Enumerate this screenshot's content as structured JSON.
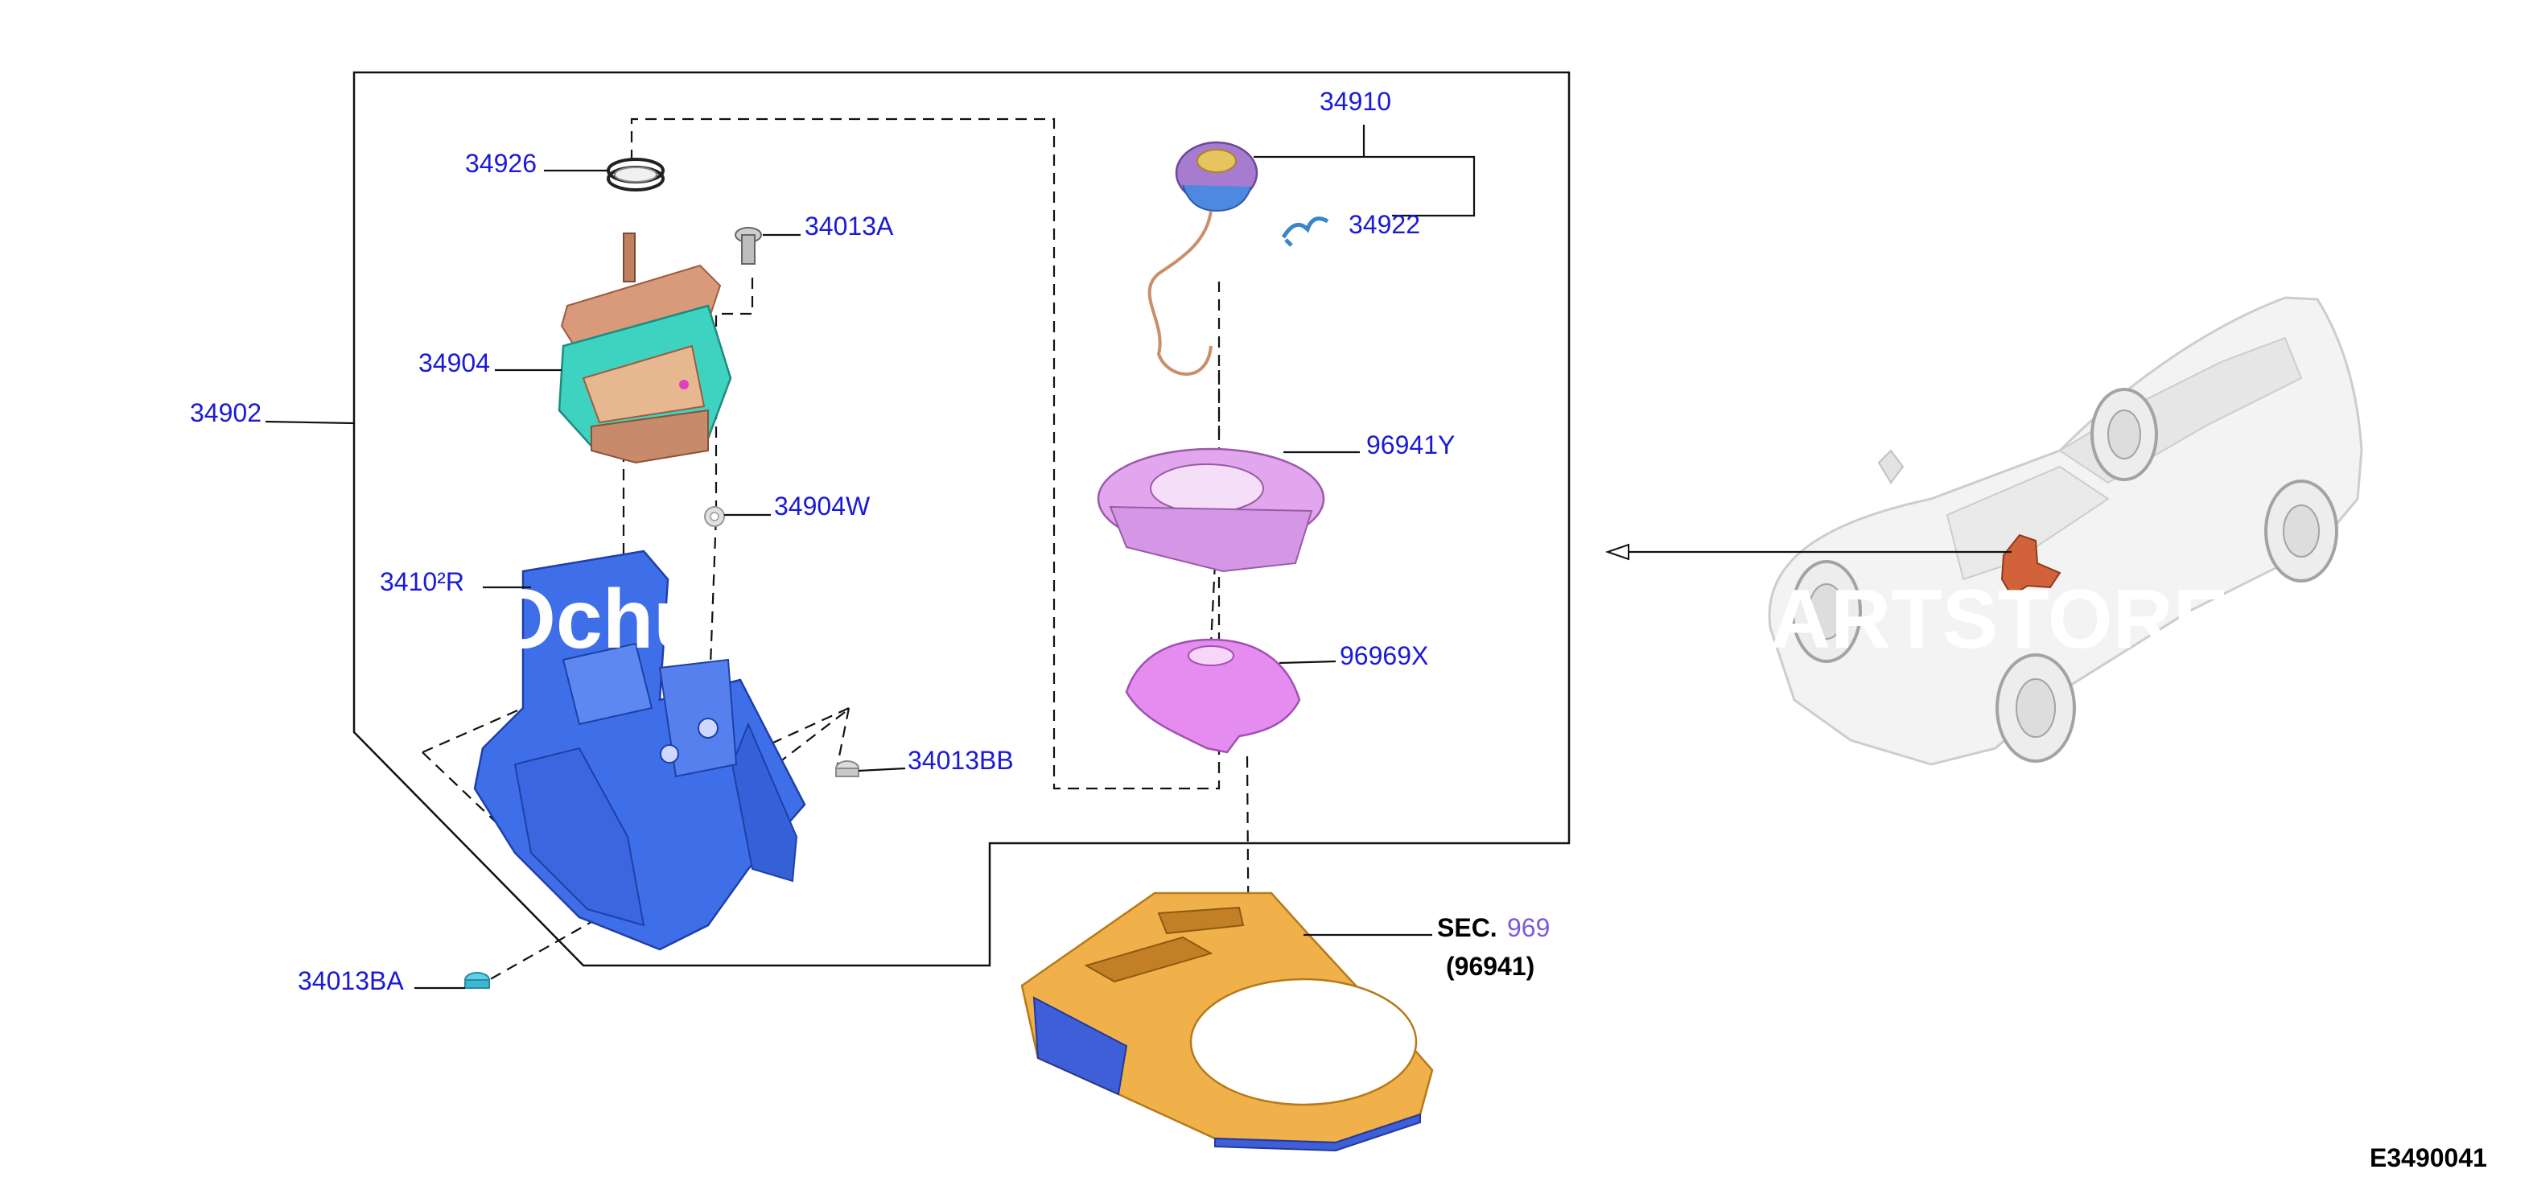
{
  "diagram": {
    "callouts": {
      "p34926": "34926",
      "p34013A": "34013A",
      "p34904": "34904",
      "p34902": "34902",
      "p34904W": "34904W",
      "p34103R": "3410²R",
      "p34013BB": "34013BB",
      "p34013BA": "34013BA",
      "p34910": "34910",
      "p34922": "34922",
      "p96941Y": "96941Y",
      "p96969X": "96969X"
    },
    "section_ref": {
      "prefix": "SEC.",
      "number": "969",
      "sub": "(96941)"
    },
    "drawing_code": "E3490041",
    "watermark": {
      "left": "Ochu",
      "right": "ARTSTORE"
    },
    "colors": {
      "callout": "#1a1ad6",
      "section_number": "#7a5bd8",
      "base_blue": "#3f6fe8",
      "shifter_teal": "#3ed3c0",
      "shifter_copper": "#d89a7a",
      "knob_purple": "#a77bd0",
      "boot_pink": "#e2a6ef",
      "trim_gold": "#f0b04a"
    }
  }
}
